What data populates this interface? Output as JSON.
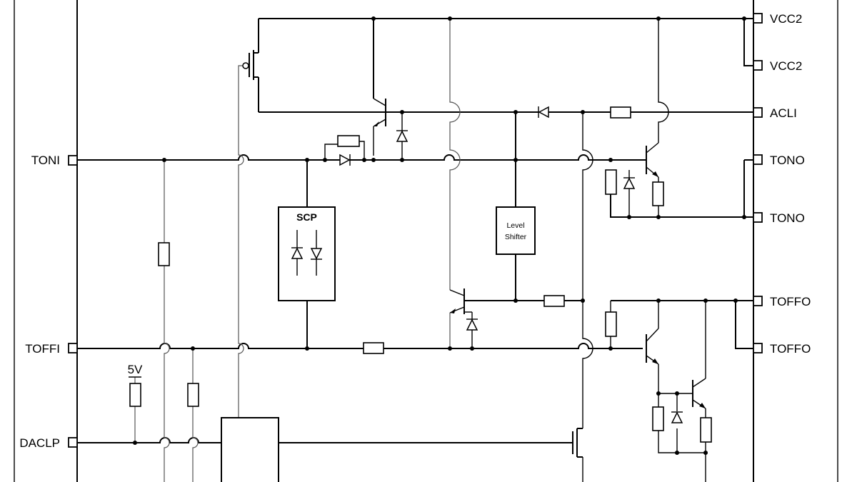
{
  "pins_left": {
    "toni": "TONI",
    "toffi": "TOFFI",
    "daclp": "DACLP"
  },
  "pins_right": {
    "vcc2_a": "VCC2",
    "vcc2_b": "VCC2",
    "acli": "ACLI",
    "tono_a": "TONO",
    "tono_b": "TONO",
    "toffo_a": "TOFFO",
    "toffo_b": "TOFFO"
  },
  "blocks": {
    "scp": "SCP",
    "level_shifter_line1": "Level",
    "level_shifter_line2": "Shifter"
  },
  "supply_label": "5V",
  "colors": {
    "line": "#000000",
    "background": "#ffffff"
  }
}
